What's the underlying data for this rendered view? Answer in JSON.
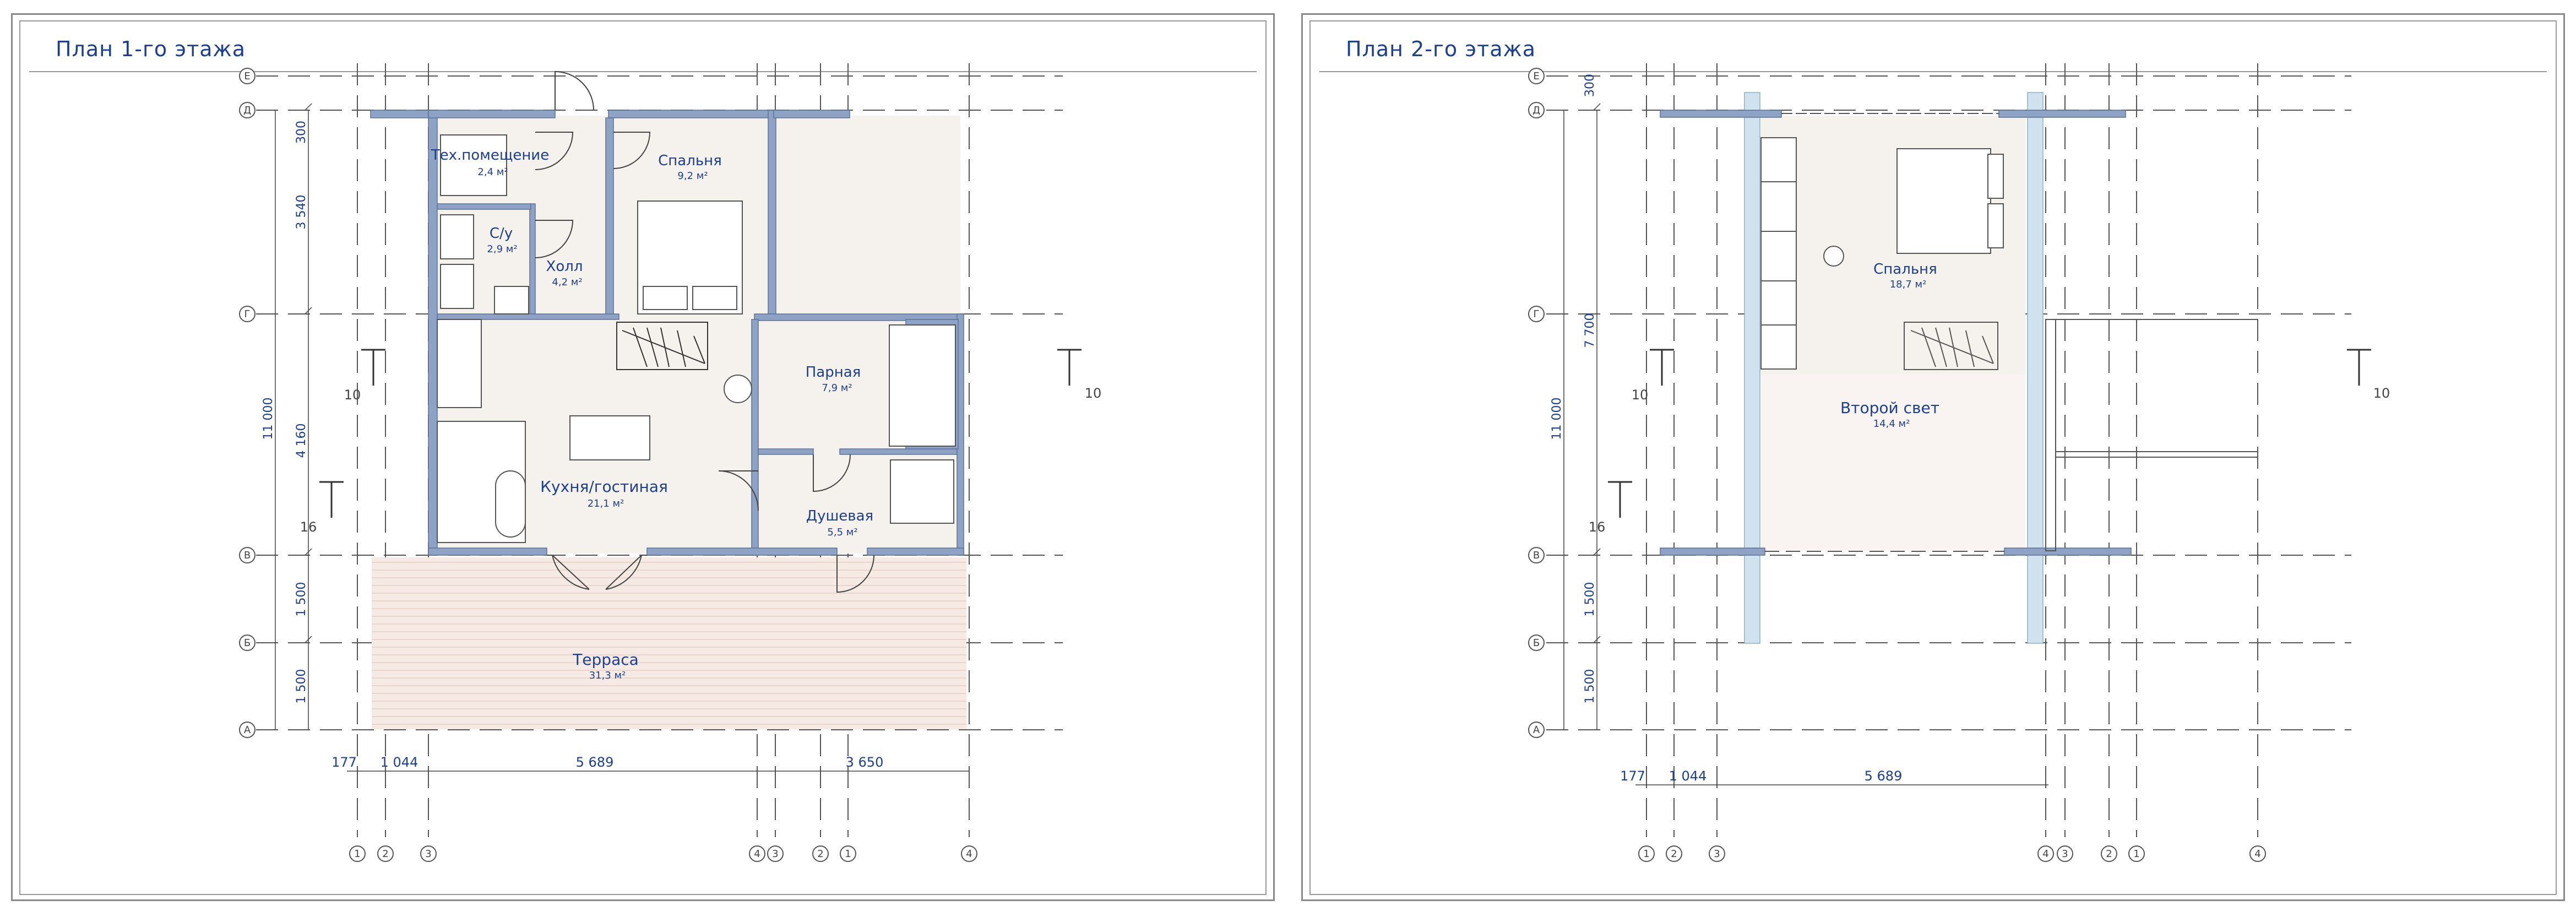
{
  "sheets": [
    {
      "title": "План 1-го этажа",
      "axes_rows": [
        "Е",
        "Д",
        "Г",
        "В",
        "Б",
        "А"
      ],
      "axes_cols": [
        "1",
        "2",
        "3",
        "4",
        "3",
        "2",
        "1",
        "4"
      ],
      "dims_left": [
        "300",
        "3 540",
        "4 160",
        "1 500",
        "1 500"
      ],
      "dim_total": "11 000",
      "dims_bottom": [
        "177",
        "1 044",
        "5 689",
        "3 650"
      ],
      "section_labels": [
        "10",
        "10",
        "16"
      ],
      "rooms": [
        {
          "name": "Тех.помещение",
          "area": "2,4 м²"
        },
        {
          "name": "Спальня",
          "area": "9,2 м²"
        },
        {
          "name": "С/у",
          "area": "2,9 м²"
        },
        {
          "name": "Холл",
          "area": "4,2 м²"
        },
        {
          "name": "Парная",
          "area": "7,9 м²"
        },
        {
          "name": "Кухня/гостиная",
          "area": "21,1 м²"
        },
        {
          "name": "Душевая",
          "area": "5,5 м²"
        },
        {
          "name": "Терраса",
          "area": "31,3 м²"
        }
      ]
    },
    {
      "title": "План 2-го этажа",
      "axes_rows": [
        "Е",
        "Д",
        "Г",
        "В",
        "Б",
        "А"
      ],
      "axes_cols": [
        "1",
        "2",
        "3",
        "4",
        "3",
        "2",
        "1",
        "4"
      ],
      "dims_left": [
        "300",
        "7 700",
        "1 500",
        "1 500"
      ],
      "dim_total": "11 000",
      "dims_bottom": [
        "177",
        "1 044",
        "5 689"
      ],
      "section_labels": [
        "10",
        "10",
        "16"
      ],
      "rooms": [
        {
          "name": "Спальня",
          "area": "18,7 м²"
        },
        {
          "name": "Второй свет",
          "area": "14,4 м²"
        }
      ]
    }
  ],
  "colors": {
    "wall": "#8ea2c6",
    "glass": "#cfe2ee",
    "floor": "#f5f1ec",
    "terrace": "#f6ebe4",
    "text": "#1d3f8f",
    "axis": "#555555"
  }
}
